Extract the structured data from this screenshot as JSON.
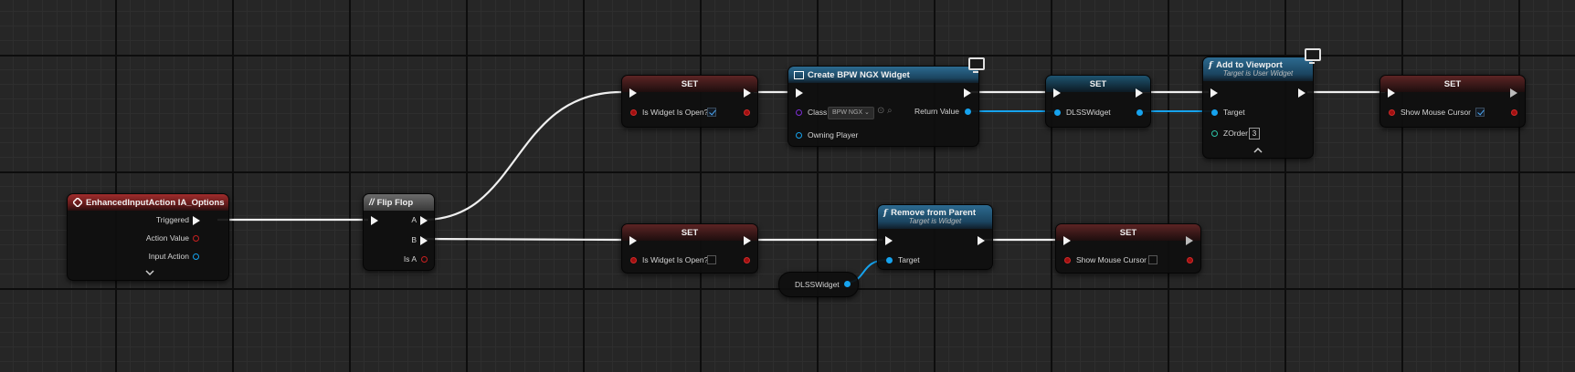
{
  "canvas": {
    "background": "#262626"
  },
  "nodes": {
    "event": {
      "title": "EnhancedInputAction IA_Options",
      "pins": {
        "triggered": "Triggered",
        "action_value": "Action Value",
        "input_action": "Input Action"
      }
    },
    "flipflop": {
      "title": "Flip Flop",
      "pins": {
        "a": "A",
        "b": "B",
        "is_a": "Is A"
      }
    },
    "set_open_true": {
      "title": "SET",
      "var_label": "Is Widget Is Open?",
      "checked": true
    },
    "set_open_false": {
      "title": "SET",
      "var_label": "Is Widget Is Open?",
      "checked": false
    },
    "create_widget": {
      "title": "Create BPW NGX Widget",
      "class_label": "Class",
      "class_value": "BPW NGX",
      "owning_player": "Owning Player",
      "return_value": "Return Value"
    },
    "set_dlss": {
      "title": "SET",
      "var_label": "DLSSWidget"
    },
    "add_viewport": {
      "title": "Add to Viewport",
      "subtitle": "Target is User Widget",
      "target": "Target",
      "zorder_label": "ZOrder",
      "zorder_value": "3"
    },
    "set_cursor_true": {
      "title": "SET",
      "var_label": "Show Mouse Cursor",
      "checked": true
    },
    "remove_parent": {
      "title": "Remove from Parent",
      "subtitle": "Target is Widget",
      "target": "Target"
    },
    "set_cursor_false": {
      "title": "SET",
      "var_label": "Show Mouse Cursor",
      "checked": false
    },
    "get_dlss": {
      "label": "DLSSWidget"
    }
  },
  "colors": {
    "exec_wire": "#ffffff",
    "object_wire": "#16a3ee",
    "bool_pin": "#a01010"
  },
  "icons": [
    "event-diamond-icon",
    "flipflop-icon",
    "function-icon",
    "widget-class-icon",
    "server-monitor-icon",
    "expand-chevron-icon",
    "collapse-chevron-icon"
  ]
}
